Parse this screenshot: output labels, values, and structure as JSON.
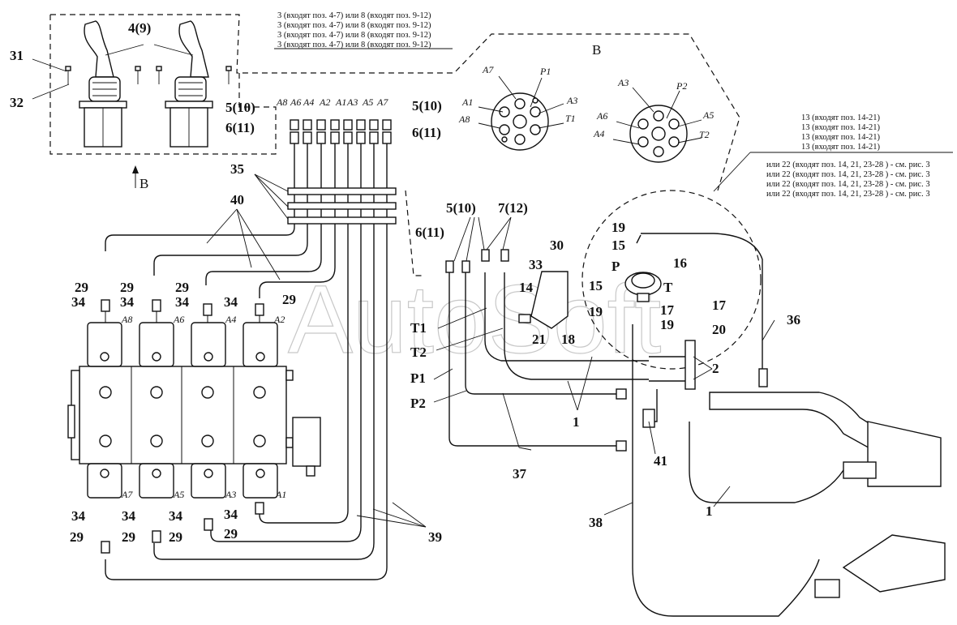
{
  "watermark": "AutoSoft",
  "view_label": "В",
  "view_arrow_label": "В",
  "notes_top": [
    "3 (входят поз. 4-7) или  8 (входят поз. 9-12)",
    "3 (входят поз. 4-7) или  8 (входят поз. 9-12)",
    "3 (входят поз. 4-7) или  8 (входят поз. 9-12)",
    "3 (входят поз. 4-7) или  8 (входят поз. 9-12)"
  ],
  "notes_right_a": [
    "13 (входят поз. 14-21)",
    "13 (входят поз. 14-21)",
    "13 (входят поз. 14-21)",
    "13 (входят поз. 14-21)"
  ],
  "notes_right_b": [
    "или 22 (входят поз. 14, 21, 23-28 ) - см. рис. 3",
    "или 22 (входят поз. 14, 21, 23-28 ) - см. рис. 3",
    "или 22 (входят поз. 14, 21, 23-28 ) - см. рис. 3",
    "или 22 (входят поз. 14, 21, 23-28 ) - см. рис. 3"
  ],
  "port_row_labels": [
    "A8",
    "A6",
    "A4",
    "A2",
    "A1",
    "A3",
    "A5",
    "A7"
  ],
  "joystick1_ports": {
    "a7": "A7",
    "p1": "P1",
    "a1": "A1",
    "a3": "A3",
    "a8": "A8",
    "t1": "T1"
  },
  "joystick2_ports": {
    "a3": "A3",
    "p2": "P2",
    "a6": "A6",
    "a5": "A5",
    "a4": "A4",
    "t2": "T2"
  },
  "valve_top_labels": [
    "A8",
    "A6",
    "A4",
    "A2"
  ],
  "valve_bottom_labels": [
    "A7",
    "A5",
    "A3",
    "A1"
  ],
  "callouts": {
    "c31": "31",
    "c32": "32",
    "c4_9": "4(9)",
    "c5_10a": "5(10)",
    "c6_11a": "6(11)",
    "c5_10b": "5(10)",
    "c6_11b": "6(11)",
    "c35": "35",
    "c40": "40",
    "c29a": "29",
    "c34a": "34",
    "c29b": "29",
    "c34b": "34",
    "c29c": "29",
    "c34c": "34",
    "c34d": "34",
    "c29d": "29",
    "c34e": "34",
    "c29e": "29",
    "c34f": "34",
    "c29f": "29",
    "c34g": "34",
    "c29g": "29",
    "c34h": "34",
    "c29h": "29",
    "c39": "39",
    "c5_10c": "5(10)",
    "c7_12": "7(12)",
    "c6_11c": "6(11)",
    "c30": "30",
    "c33": "33",
    "c14": "14",
    "c21": "21",
    "c18": "18",
    "t1": "T1",
    "t2": "T2",
    "p1": "P1",
    "p2": "P2",
    "c1a": "1",
    "c1b": "1",
    "c37": "37",
    "c38": "38",
    "c41": "41",
    "c19a": "19",
    "c15a": "15",
    "c16": "16",
    "p": "P",
    "t": "T",
    "c15b": "15",
    "c19b": "19",
    "c17a": "17",
    "c19c": "19",
    "c17b": "17",
    "c20": "20",
    "c2": "2",
    "c36": "36"
  }
}
